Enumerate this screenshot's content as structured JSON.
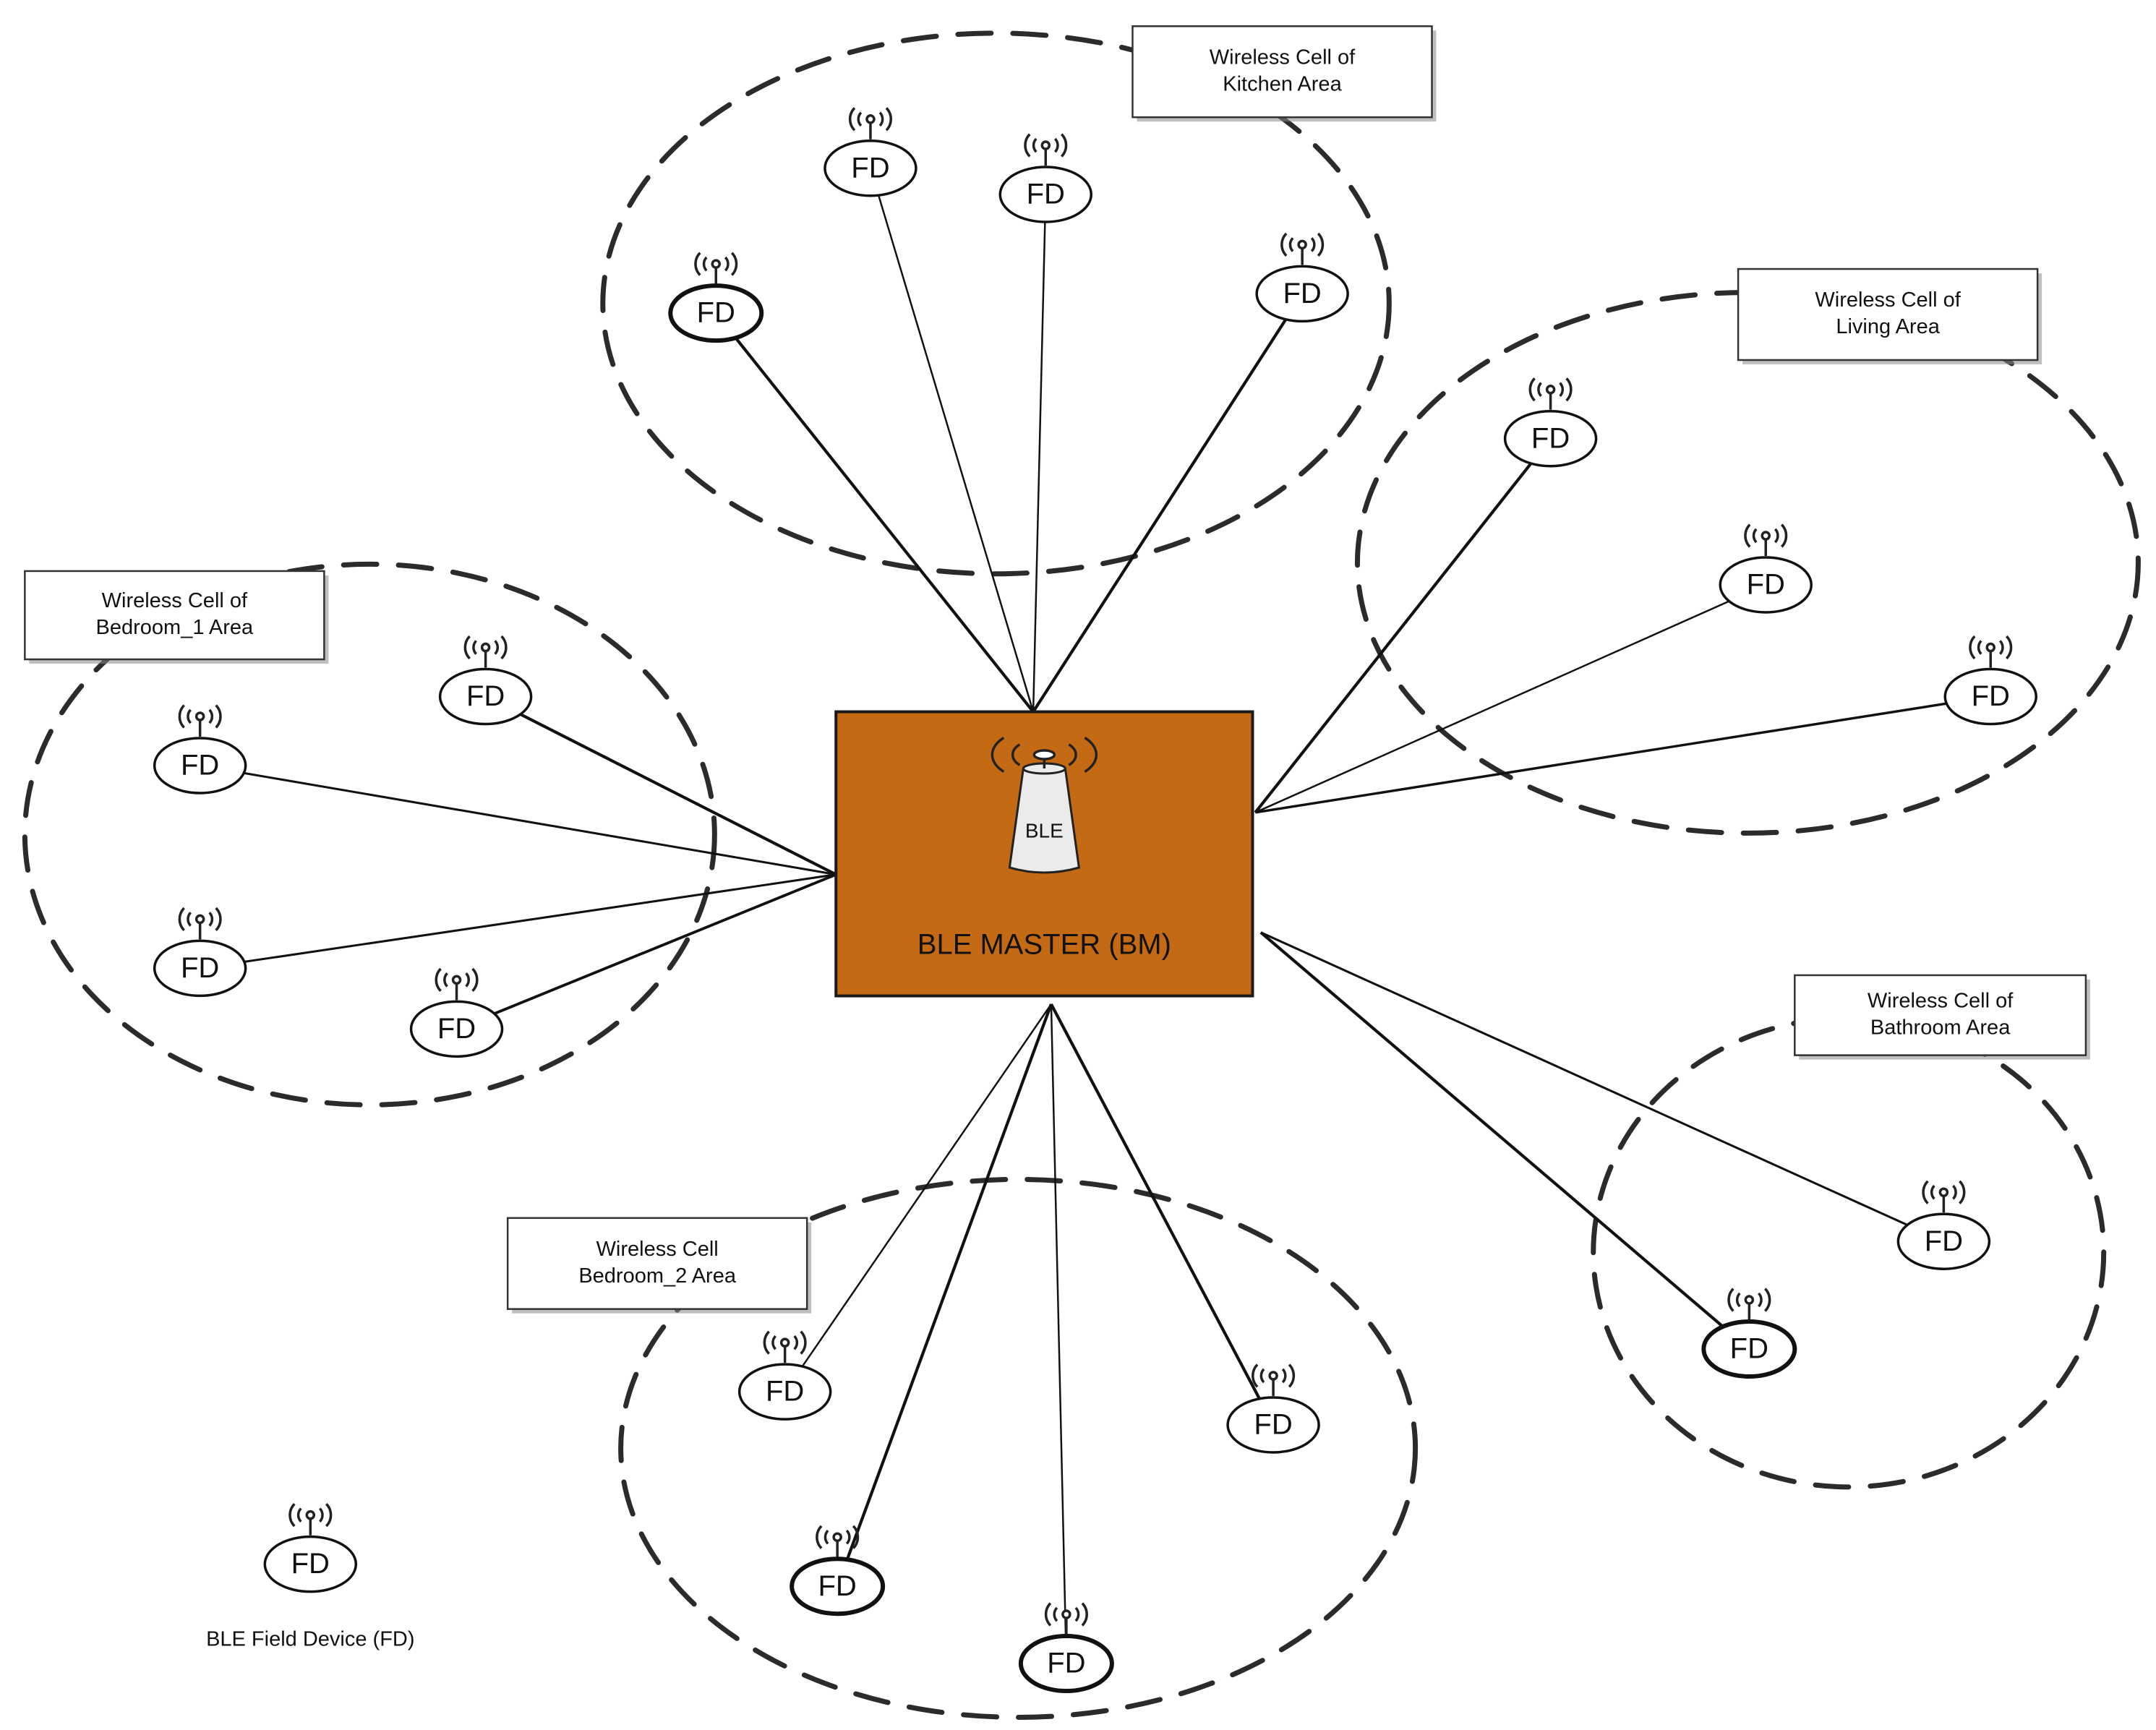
{
  "master": {
    "label": "BLE MASTER (BM)",
    "icon_label": "BLE",
    "icon": "ble-antenna-icon",
    "fill_color": "#c46a15"
  },
  "device_label": "FD",
  "cells": [
    {
      "id": "kitchen",
      "label_lines": [
        "Wireless Cell of",
        "Kitchen Area"
      ],
      "device_count": 4
    },
    {
      "id": "living",
      "label_lines": [
        "Wireless Cell of",
        "Living Area"
      ],
      "device_count": 3
    },
    {
      "id": "bedroom1",
      "label_lines": [
        "Wireless Cell of",
        "Bedroom_1 Area"
      ],
      "device_count": 4
    },
    {
      "id": "bedroom2",
      "label_lines": [
        "Wireless Cell",
        "Bedroom_2 Area"
      ],
      "device_count": 4
    },
    {
      "id": "bathroom",
      "label_lines": [
        "Wireless Cell of",
        "Bathroom Area"
      ],
      "device_count": 2
    }
  ],
  "legend": {
    "device_label": "FD",
    "caption": "BLE Field Device (FD)",
    "icon": "antenna-icon"
  }
}
